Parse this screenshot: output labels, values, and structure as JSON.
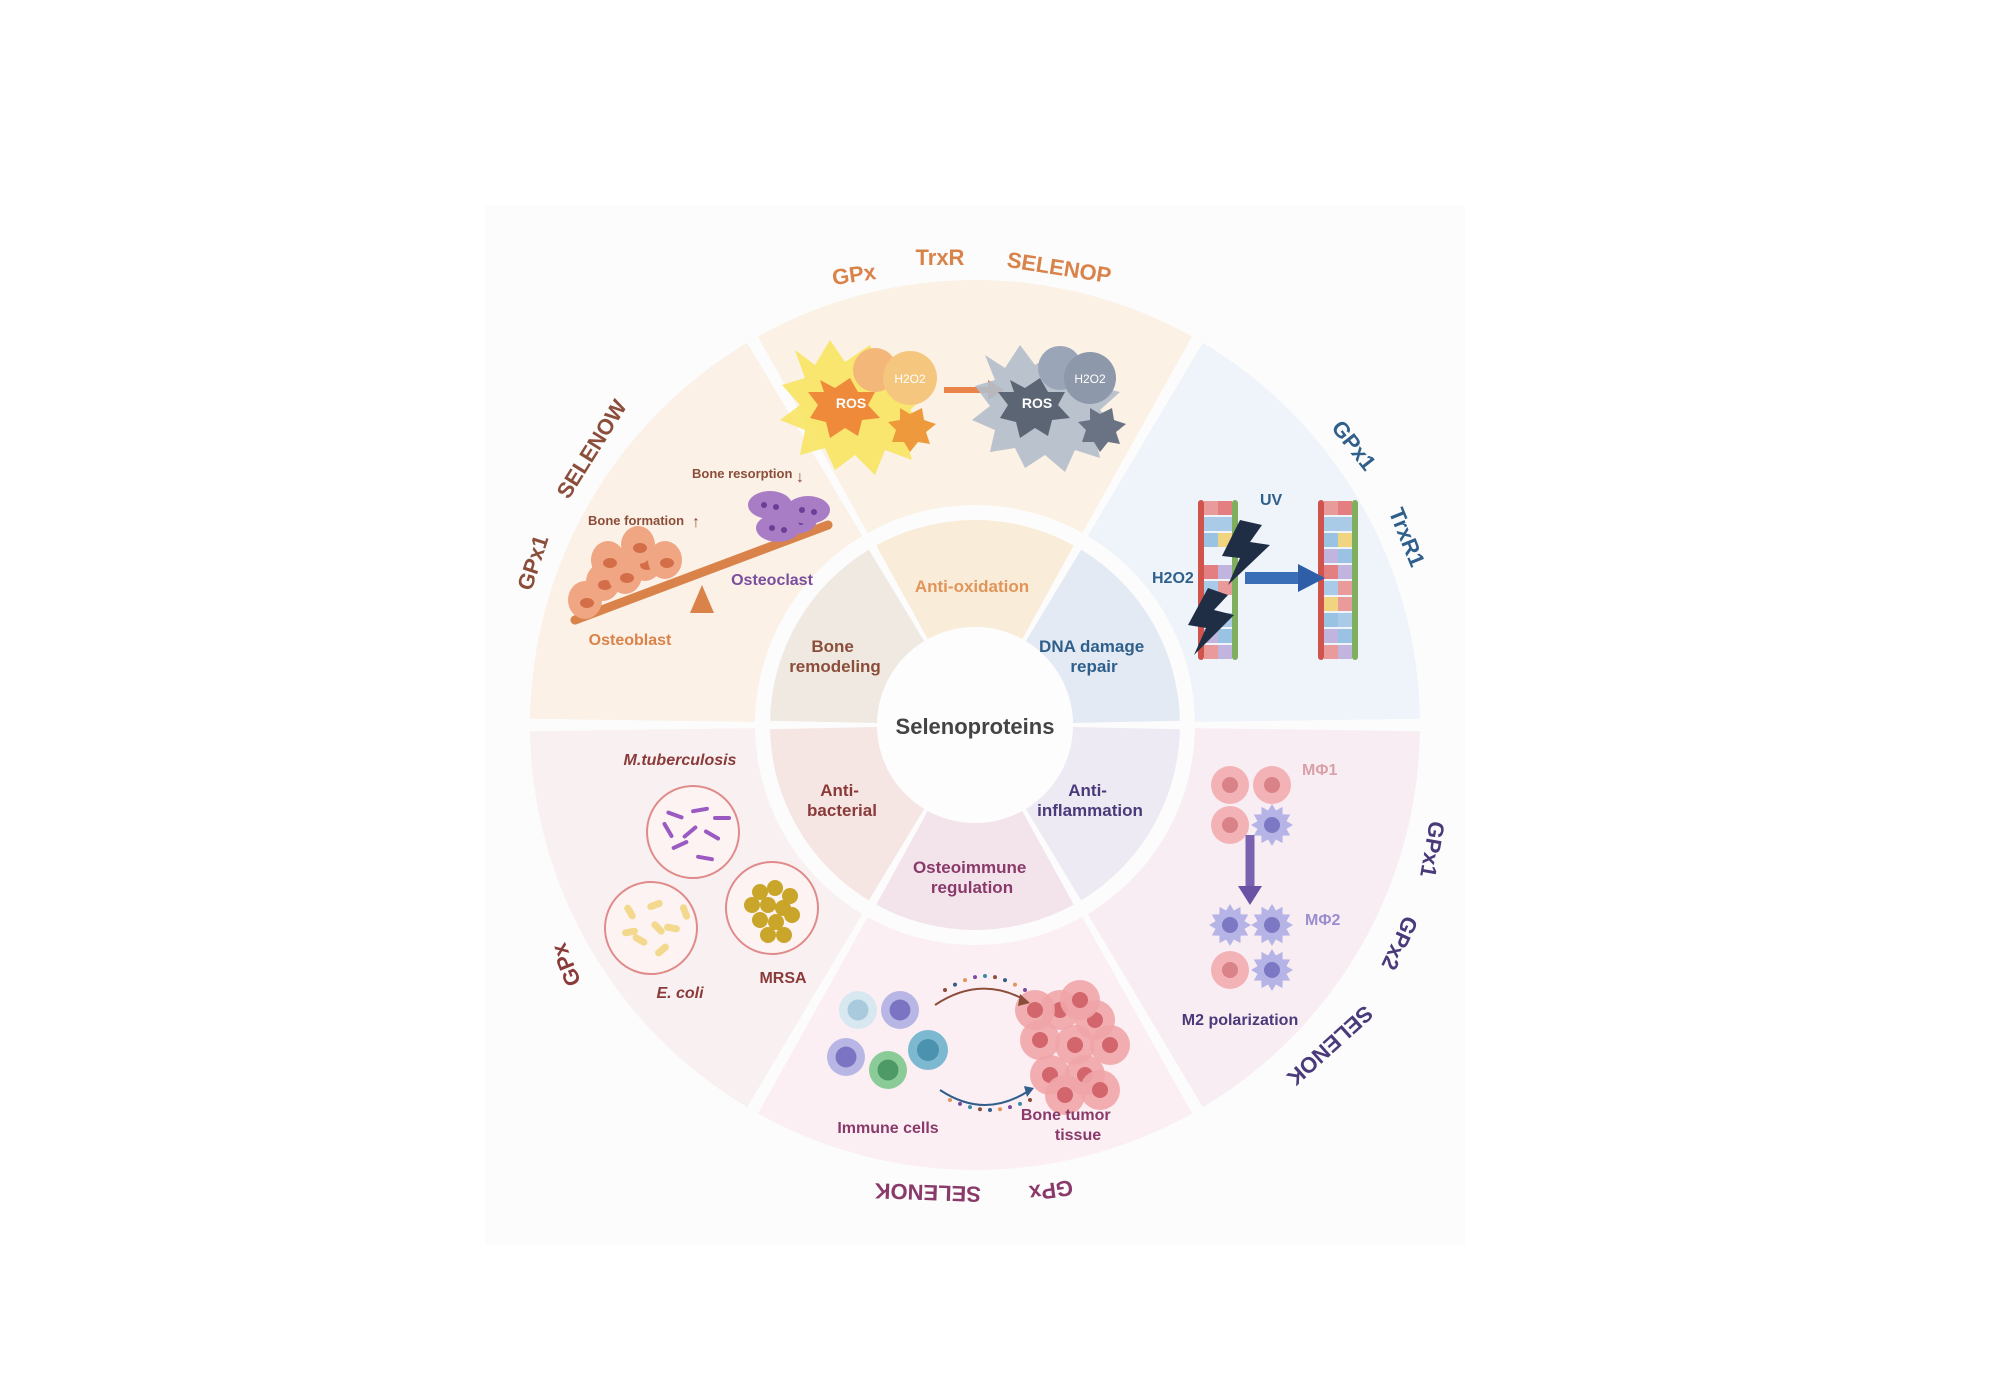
{
  "center": {
    "title": "Selenoproteins"
  },
  "colors": {
    "orange": "#D9834A",
    "orangeText": "#E0955A",
    "brown": "#8B4E3A",
    "blue": "#2F5F8A",
    "purple": "#4A3A7A",
    "maroon": "#8B3A3A",
    "magenta": "#8A3A6A",
    "lightPurple": "#7A4E9E"
  },
  "inner_ring": {
    "anti_oxidation": [
      "Anti-oxidation"
    ],
    "dna_damage_repair": [
      "DNA damage",
      "repair"
    ],
    "anti_inflammation": [
      "Anti-",
      "inflammation"
    ],
    "osteoimmune_regulation": [
      "Osteoimmune",
      "regulation"
    ],
    "anti_bacterial": [
      "Anti-",
      "bacterial"
    ],
    "bone_remodeling": [
      "Bone",
      "remodeling"
    ]
  },
  "outer_labels": {
    "top": [
      "GPx",
      "TrxR",
      "SELENOP"
    ],
    "upper_right": [
      "GPx1",
      "TrxR1"
    ],
    "lower_right": [
      "GPx1",
      "GPx2",
      "SELENOK"
    ],
    "bottom": [
      "GPx",
      "SELENOK"
    ],
    "lower_left": [
      "GPx"
    ],
    "upper_left": [
      "GPx1",
      "SELENOW"
    ]
  },
  "sector_text": {
    "ros": "ROS",
    "h2o2": "H2O2",
    "uv": "UV",
    "h2o2_label": "H2O2",
    "mphi1": "MΦ1",
    "mphi2": "MΦ2",
    "m2_polarization": "M2 polarization",
    "immune_cells": "Immune cells",
    "bone_tumor_tissue": [
      "Bone tumor",
      "tissue"
    ],
    "m_tuberculosis": "M.tuberculosis",
    "e_coli": "E. coli",
    "mrsa": "MRSA",
    "bone_formation": "Bone formation",
    "bone_resorption": "Bone resorption",
    "osteoblast": "Osteoblast",
    "osteoclast": "Osteoclast"
  }
}
